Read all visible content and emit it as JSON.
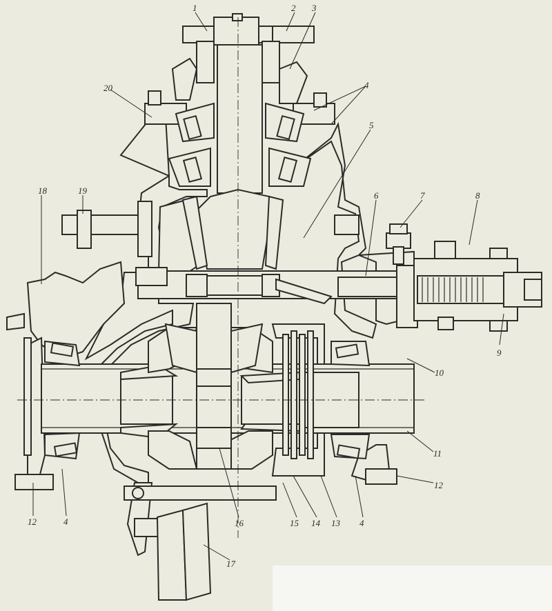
{
  "labels": {
    "l1": "1",
    "l2": "2",
    "l3": "3",
    "l4a": "4",
    "l5": "5",
    "l6": "6",
    "l7": "7",
    "l8": "8",
    "l9": "9",
    "l10": "10",
    "l11": "11",
    "l12a": "12",
    "l12b": "12",
    "l4b": "4",
    "l4c": "4",
    "l13": "13",
    "l14": "14",
    "l15": "15",
    "l16": "16",
    "l17": "17",
    "l18": "18",
    "l19": "19",
    "l20": "20"
  },
  "colors": {
    "paper": "#ecebdf",
    "line": "#2b2b28",
    "gear_highlight": "#e8a15a"
  }
}
